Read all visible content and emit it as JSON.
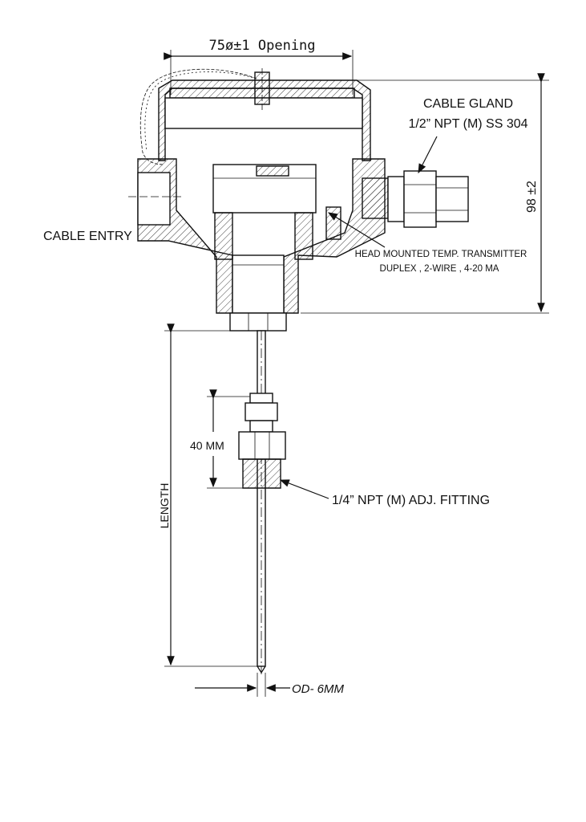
{
  "labels": {
    "opening": "75ø±1 Opening",
    "cable_gland_1": "CABLE GLAND",
    "cable_gland_2": "1/2” NPT (M) SS 304",
    "cable_entry": "CABLE ENTRY",
    "height_dim": "98 ±2",
    "transmitter_1": "HEAD MOUNTED TEMP. TRANSMITTER",
    "transmitter_2": "DUPLEX , 2-WIRE , 4-20 MA",
    "fitting_len": "40 MM",
    "fitting": "1/4” NPT (M) ADJ. FITTING",
    "length": "LENGTH",
    "od": "OD- 6MM"
  }
}
